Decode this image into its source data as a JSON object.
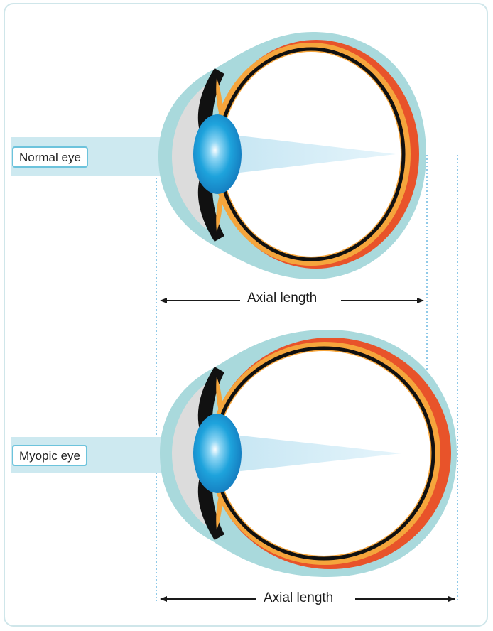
{
  "labels": {
    "normal_eye": "Normal eye",
    "myopic_eye": "Myopic eye",
    "axial_length_top": "Axial length",
    "axial_length_bottom": "Axial length"
  },
  "colors": {
    "sclera_outer": "#a9d9dc",
    "retina_orange": "#f5a53c",
    "choroid_red": "#e8532a",
    "inner_black": "#111111",
    "lens_blue": "#1ea3dc",
    "light_beam": "#cfeaf5",
    "dotted_line": "#8fc9e8",
    "label_border": "#6cc3dc"
  }
}
